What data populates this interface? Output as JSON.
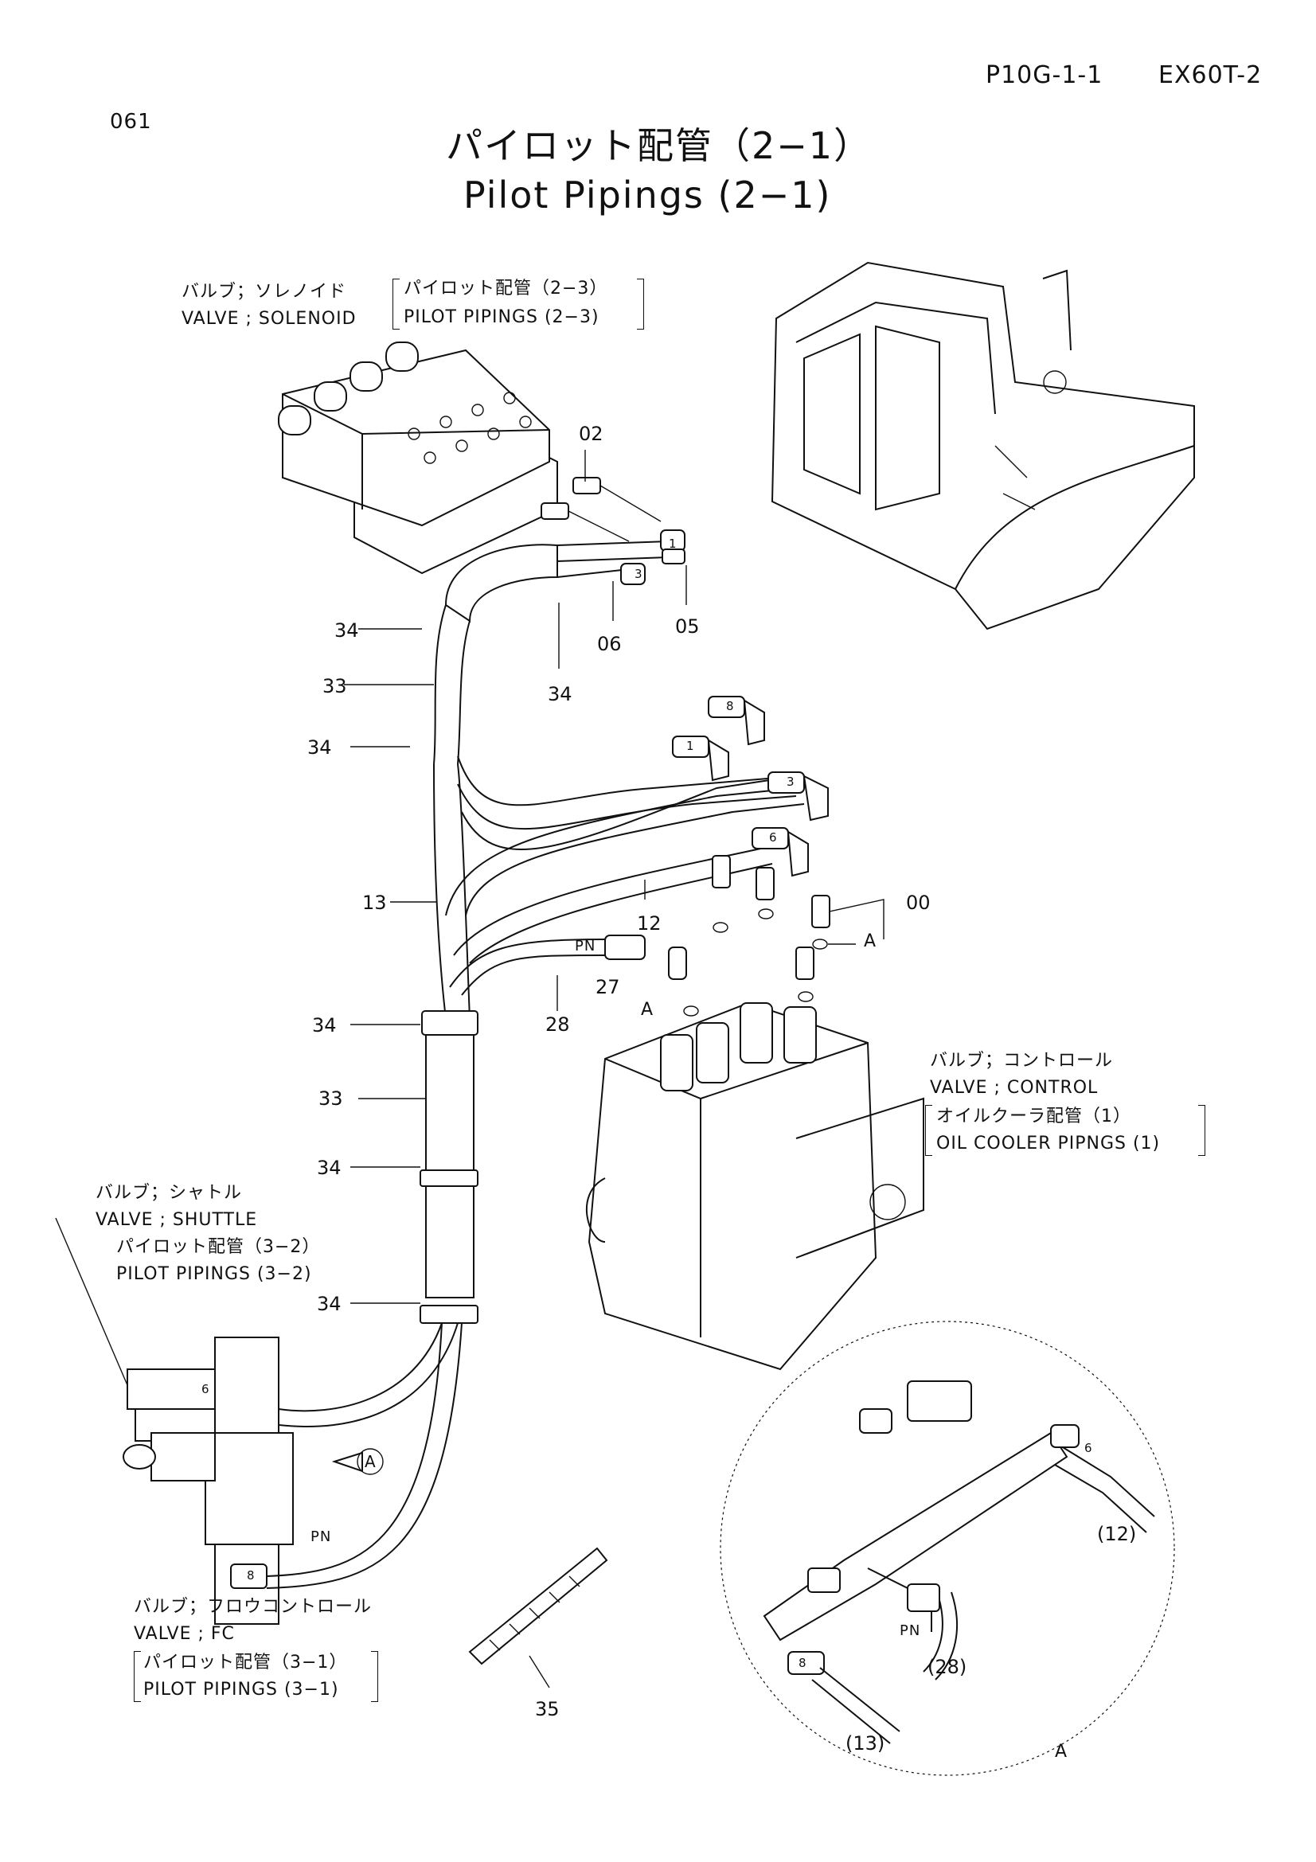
{
  "header": {
    "page_code": "P10G-1-1",
    "model": "EX60T-2",
    "sheet_no": "061"
  },
  "title": {
    "jp": "パイロット配管（2−1）",
    "en": "Pilot Pipings (2−1)"
  },
  "callouts": {
    "solenoid": {
      "jp": "バルブ；ソレノイド",
      "en": "VALVE ; SOLENOID",
      "ref_jp": "パイロット配管（2−3）",
      "ref_en": "PILOT PIPINGS (2−3)"
    },
    "control": {
      "jp": "バルブ；コントロール",
      "en": "VALVE ; CONTROL",
      "ref_jp": "オイルクーラ配管（1）",
      "ref_en": "OIL COOLER PIPNGS (1)"
    },
    "shuttle": {
      "jp": "バルブ；シャトル",
      "en": "VALVE ; SHUTTLE",
      "ref_jp": "パイロット配管（3−2）",
      "ref_en": "PILOT PIPINGS (3−2)"
    },
    "fc": {
      "jp": "バルブ；フロウコントロール",
      "en": "VALVE ; FC",
      "ref_jp": "パイロット配管（3−1）",
      "ref_en": "PILOT PIPINGS (3−1)"
    }
  },
  "part_numbers": {
    "p02": "02",
    "p05": "05",
    "p06": "06",
    "p34a": "34",
    "p34b": "34",
    "p34c": "34",
    "p34d": "34",
    "p34e": "34",
    "p34f": "34",
    "p33a": "33",
    "p33b": "33",
    "p13": "13",
    "p12": "12",
    "p00": "00",
    "p27": "27",
    "p28": "28",
    "p35": "35"
  },
  "letters": {
    "a1": "A",
    "a2": "A",
    "a_view": "A",
    "a_detail": "A",
    "pn1": "PN",
    "pn2": "PN",
    "pn3": "PN"
  },
  "hose_tags": {
    "t1": "1",
    "t3": "3",
    "t8": "8",
    "t1b": "1",
    "t3b": "3",
    "t6": "6",
    "t6b": "6",
    "t8b": "8",
    "t6c": "6",
    "t8c": "8"
  },
  "detail_labels": {
    "d12": "(12)",
    "d28": "(28)",
    "d13": "(13)"
  }
}
